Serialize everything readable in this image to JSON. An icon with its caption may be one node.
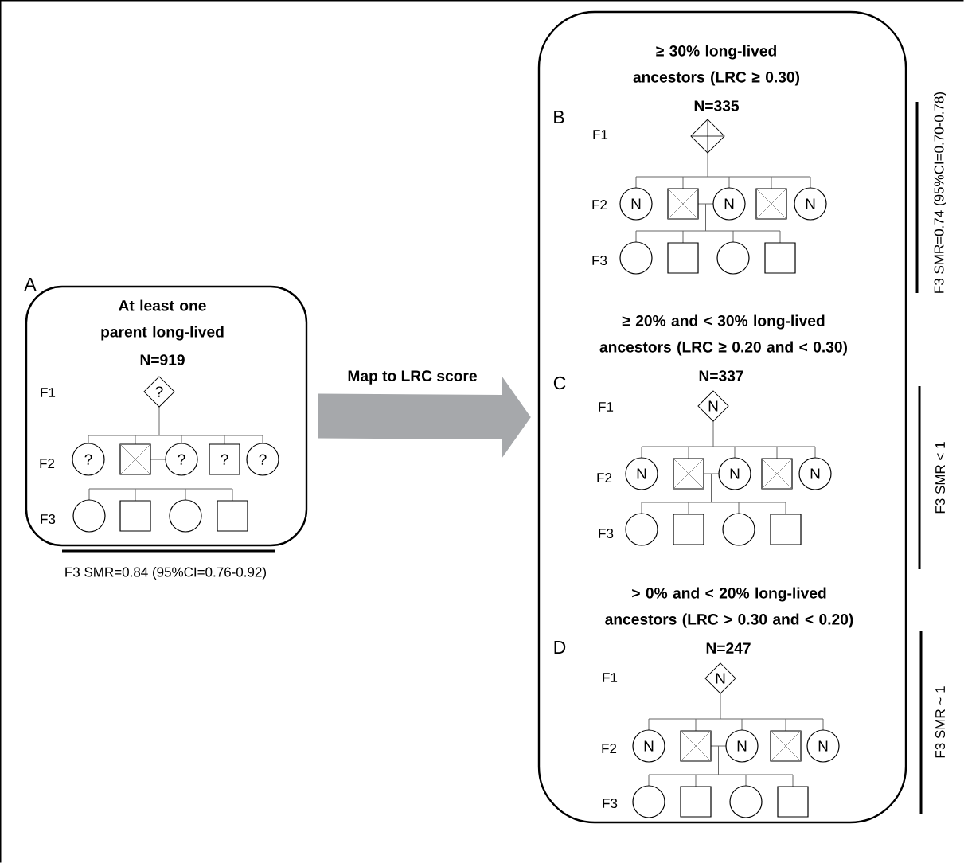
{
  "diagram": {
    "nodes": [
      {
        "text": [
          "At least one parent long-lived",
          "N=919"
        ]
      },
      {
        "text": [
          "≥ 30% long-lived ancestors (LRC ≥ 0.30)",
          "N=335",
          "≥ 20% and < 30% long-lived ancestors (LRC ≥ 0.20 and < 0.30)",
          "N=337",
          "> 0% and < 20% long-lived ancestors (LRC > 0.30 and < 0.20)",
          "N=247"
        ]
      }
    ],
    "edges": [
      {
        "from": 0,
        "to": 1,
        "arrow": "to",
        "label": "Map to LRC score",
        "color": "#a6a8ab"
      }
    ],
    "labels": [
      "A",
      "F1",
      "?",
      "F2",
      "?",
      "?",
      "?",
      "?",
      "F3",
      "F3 SMR=0.84 (95%CI=0.76-0.92)",
      "B",
      "F1",
      "F2",
      "N",
      "N",
      "N",
      "F3",
      "F3 SMR=0.74 (95%CI=0.70-0.78)",
      "C",
      "F1",
      "N",
      "F2",
      "N",
      "N",
      "N",
      "F3",
      "F3 SMR < 1",
      "D",
      "F1",
      "N",
      "F2",
      "N",
      "N",
      "N",
      "F3",
      "F3 SMR ~ 1"
    ]
  }
}
